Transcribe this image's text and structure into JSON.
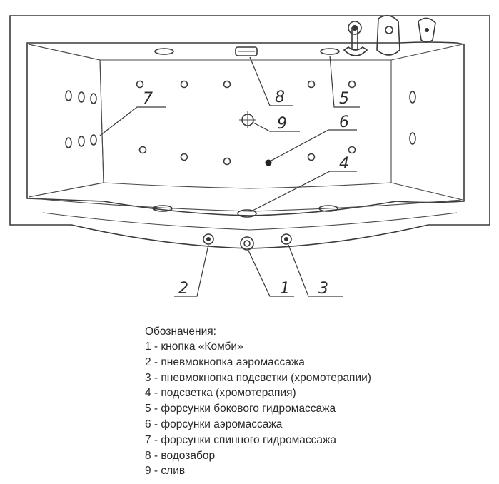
{
  "labels": {
    "n1": "1",
    "n2": "2",
    "n3": "3",
    "n4": "4",
    "n5": "5",
    "n6": "6",
    "n7": "7",
    "n8": "8",
    "n9": "9"
  },
  "legend": {
    "title": "Обозначения:",
    "items": [
      "1 - кнопка «Комби»",
      "2 - пневмокнопка аэромассажа",
      "3 - пневмокнопка подсветки (хромотерапии)",
      "4 - подсветка (хромотерапия)",
      "5 - форсунки бокового гидромассажа",
      "6 - форсунки аэромассажа",
      "7 - форсунки спинного гидромассажа",
      "8 - водозабор",
      "9 - слив"
    ]
  }
}
